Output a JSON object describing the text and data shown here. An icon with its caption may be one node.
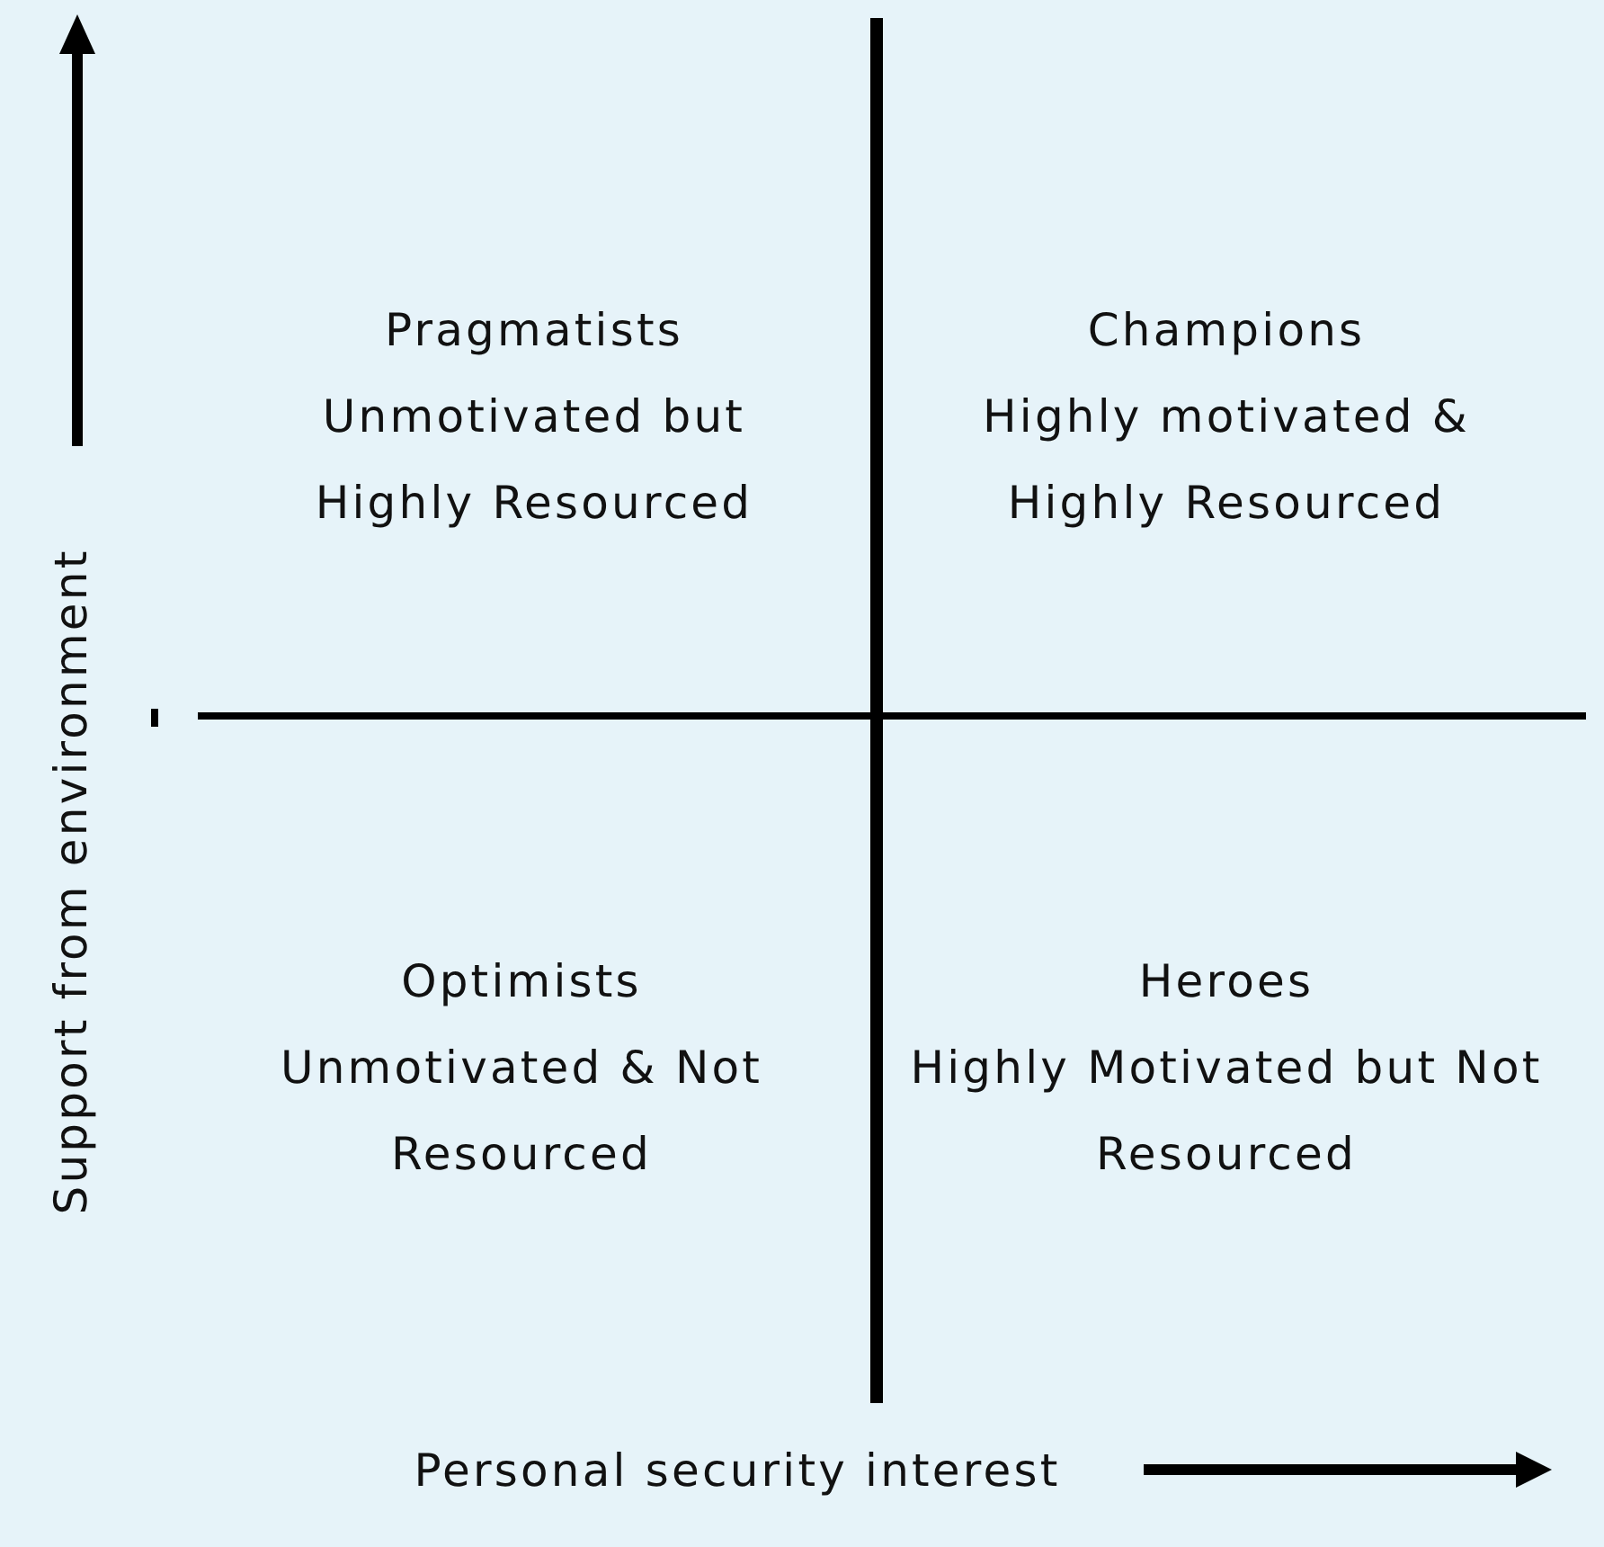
{
  "diagram": {
    "labels": [
      "Pragmatists",
      "Unmotivated but Highly Resourced",
      "Champions",
      "Highly motivated & Highly Resourced",
      "Optimists",
      "Unmotivated & Not Resourced",
      "Heroes",
      "Highly Motivated but Not Resourced",
      "Support from environment",
      "Personal security interest"
    ]
  }
}
